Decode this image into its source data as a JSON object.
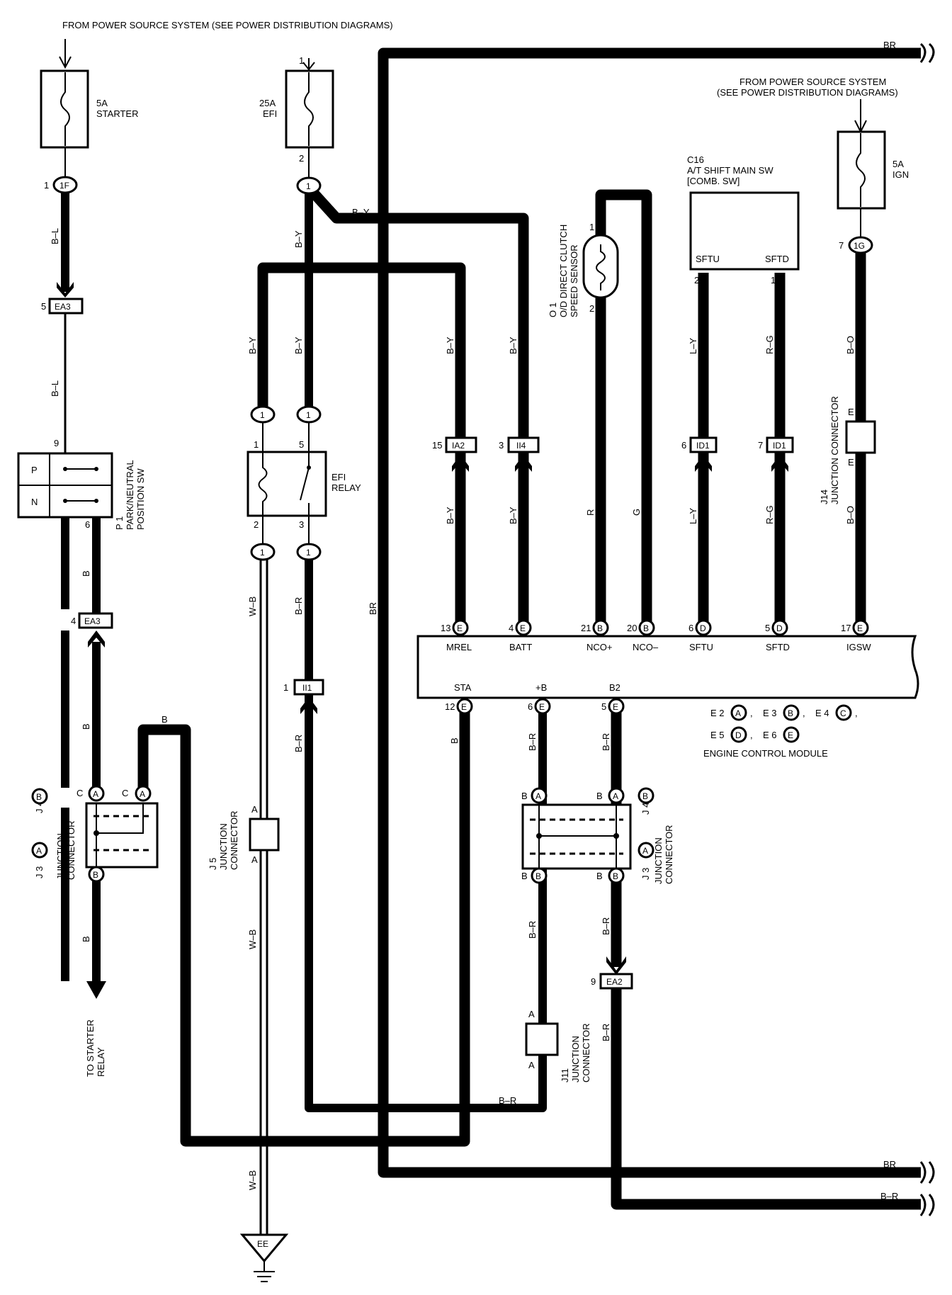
{
  "sources": {
    "top_left": "FROM POWER SOURCE SYSTEM (SEE POWER DISTRIBUTION DIAGRAMS)",
    "right_line1": "FROM POWER SOURCE SYSTEM",
    "right_line2": "(SEE POWER DISTRIBUTION DIAGRAMS)"
  },
  "fuses": {
    "starter": {
      "amp": "5A",
      "name": "STARTER"
    },
    "efi": {
      "amp": "25A",
      "name": "EFI",
      "in_pin": "1",
      "out_pin": "2"
    },
    "ign": {
      "amp": "5A",
      "name": "IGN"
    }
  },
  "connectors": {
    "c1F": {
      "pin": "1",
      "code": "1F"
    },
    "efi_out": {
      "pin": "1"
    },
    "c1G": {
      "pin": "7",
      "code": "1G"
    },
    "ea3_top": {
      "pin": "5",
      "code": "EA3"
    },
    "ea3_bot": {
      "pin": "4",
      "code": "EA3"
    },
    "ea2": {
      "pin": "9",
      "code": "EA2"
    },
    "ia2": {
      "pin": "15",
      "code": "IA2"
    },
    "ii4": {
      "pin": "3",
      "code": "II4"
    },
    "id1a": {
      "pin": "6",
      "code": "ID1"
    },
    "id1b": {
      "pin": "7",
      "code": "ID1"
    },
    "ii1": {
      "pin": "1",
      "code": "II1"
    },
    "one": "1"
  },
  "wires": {
    "bl": "B–L",
    "by": "B–Y",
    "br": "B–R",
    "wb": "W–B",
    "b": "B",
    "BR": "BR",
    "r": "R",
    "g": "G",
    "ly": "L–Y",
    "rg": "R–G",
    "bo": "B–O"
  },
  "park_neutral": {
    "ref": "P 1",
    "name1": "PARK/NEUTRAL",
    "name2": "POSITION SW",
    "p": "P",
    "n": "N",
    "pin_in": "9",
    "pin_out": "6"
  },
  "efi_relay": {
    "name1": "EFI",
    "name2": "RELAY",
    "pin1": "1",
    "pin5": "5",
    "pin2": "2",
    "pin3": "3"
  },
  "speed_sensor": {
    "ref": "O 1",
    "name1": "O/D DIRECT CLUTCH",
    "name2": "SPEED SENSOR",
    "pin1": "1",
    "pin2": "2"
  },
  "shift_switch": {
    "ref": "C16",
    "name1": "A/T SHIFT MAIN SW",
    "name2": "[COMB.  SW]",
    "sftu": "SFTU",
    "sftd": "SFTD",
    "pin2": "2",
    "pin1": "1"
  },
  "j14": {
    "ref": "J14",
    "name": "JUNCTION CONNECTOR",
    "pin": "E"
  },
  "j5": {
    "ref": "J 5",
    "name1": "JUNCTION",
    "name2": "CONNECTOR",
    "pin": "A"
  },
  "j11": {
    "ref": "J11",
    "name1": "JUNCTION",
    "name2": "CONNECTOR",
    "pin": "A"
  },
  "j34_left": {
    "ref_j3": "J 3",
    "ref_j4": "J 4",
    "name1": "JUNCTION",
    "name2": "CONNECTOR",
    "a": "A",
    "b": "B",
    "c": "C"
  },
  "j34_right": {
    "ref_j3": "J 3",
    "ref_j4": "J 4",
    "name1": "JUNCTION",
    "name2": "CONNECTOR",
    "a": "A",
    "b": "B"
  },
  "ecm": {
    "name": "ENGINE CONTROL MODULE",
    "top_terms": [
      {
        "pin": "13",
        "conn": "E",
        "label": "MREL"
      },
      {
        "pin": "4",
        "conn": "E",
        "label": "BATT"
      },
      {
        "pin": "21",
        "conn": "B",
        "label": "NCO+"
      },
      {
        "pin": "20",
        "conn": "B",
        "label": "NCO–"
      },
      {
        "pin": "6",
        "conn": "D",
        "label": "SFTU"
      },
      {
        "pin": "5",
        "conn": "D",
        "label": "SFTD"
      },
      {
        "pin": "17",
        "conn": "E",
        "label": "IGSW"
      }
    ],
    "bottom_terms": [
      {
        "pin": "12",
        "conn": "E",
        "label": "STA"
      },
      {
        "pin": "6",
        "conn": "E",
        "label": "+B"
      },
      {
        "pin": "5",
        "conn": "E",
        "label": "B2"
      }
    ],
    "legend": {
      "e2": "E 2",
      "e3": "E 3",
      "e4": "E 4",
      "e5": "E 5",
      "e6": "E 6",
      "a": "A",
      "b": "B",
      "c": "C",
      "d": "D",
      "e": "E",
      "comma": ","
    }
  },
  "ground": {
    "code": "EE"
  },
  "starter_relay": {
    "line1": "TO STARTER",
    "line2": "RELAY"
  }
}
